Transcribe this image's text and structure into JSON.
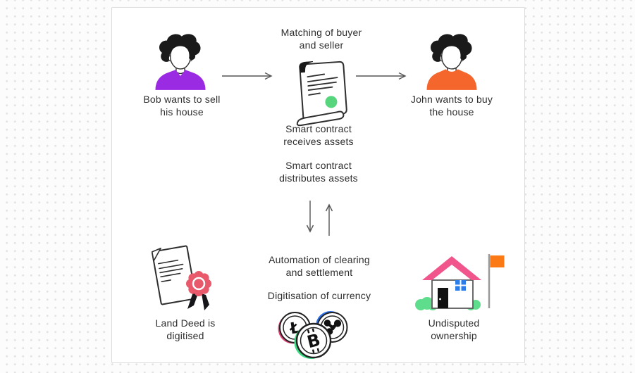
{
  "diagram": {
    "kind": "smart-contract-property-sale-flow",
    "labels": {
      "matching": "Matching of buyer\nand seller",
      "bob": "Bob wants to sell\nhis house",
      "john": "John wants to buy\nthe house",
      "receives": "Smart contract\nreceives assets",
      "distributes": "Smart contract\ndistributes assets",
      "automation": "Automation of clearing\nand settlement",
      "digitisation": "Digitisation of currency",
      "land_deed": "Land Deed is\ndigitised",
      "ownership": "Undisputed\nownership"
    },
    "icons": {
      "bob": "person-bust-icon",
      "john": "person-bust-icon",
      "contract": "smart-contract-scroll-icon",
      "deed": "land-deed-certificate-icon",
      "coins": "cryptocurrency-coins-icon",
      "house": "house-with-flag-icon",
      "flow_arrows": [
        "right-arrow-icon",
        "right-arrow-icon",
        "down-arrow-icon",
        "up-arrow-icon"
      ]
    },
    "coin_symbols": {
      "litecoin": "Ł",
      "bitcoin": "B"
    }
  },
  "colors": {
    "text": "#2e2e2e",
    "arrow": "#555555",
    "outline": "#2e2e2e",
    "bob_shirt": "#9b2be2",
    "john_shirt": "#f4662b",
    "contract_seal": "#57d57c",
    "contract_curl": "#1a1a1a",
    "deed_seal": "#e8596b",
    "deed_ribbon": "#16161a",
    "roof": "#f0558b",
    "window": "#2b7de9",
    "door": "#111111",
    "bush": "#5edd8c",
    "flag": "#fb7a15",
    "pole": "#9a9a9a",
    "litecoin_accent": "#e8447d",
    "bitcoin_accent": "#3ddc84",
    "ripple_accent": "#2b6fe8",
    "coin_symbol": "#111111",
    "background": "#fcfcfc",
    "background_dot": "#e3e3e3",
    "card_background": "#ffffff",
    "card_border": "#dcdcdc"
  }
}
